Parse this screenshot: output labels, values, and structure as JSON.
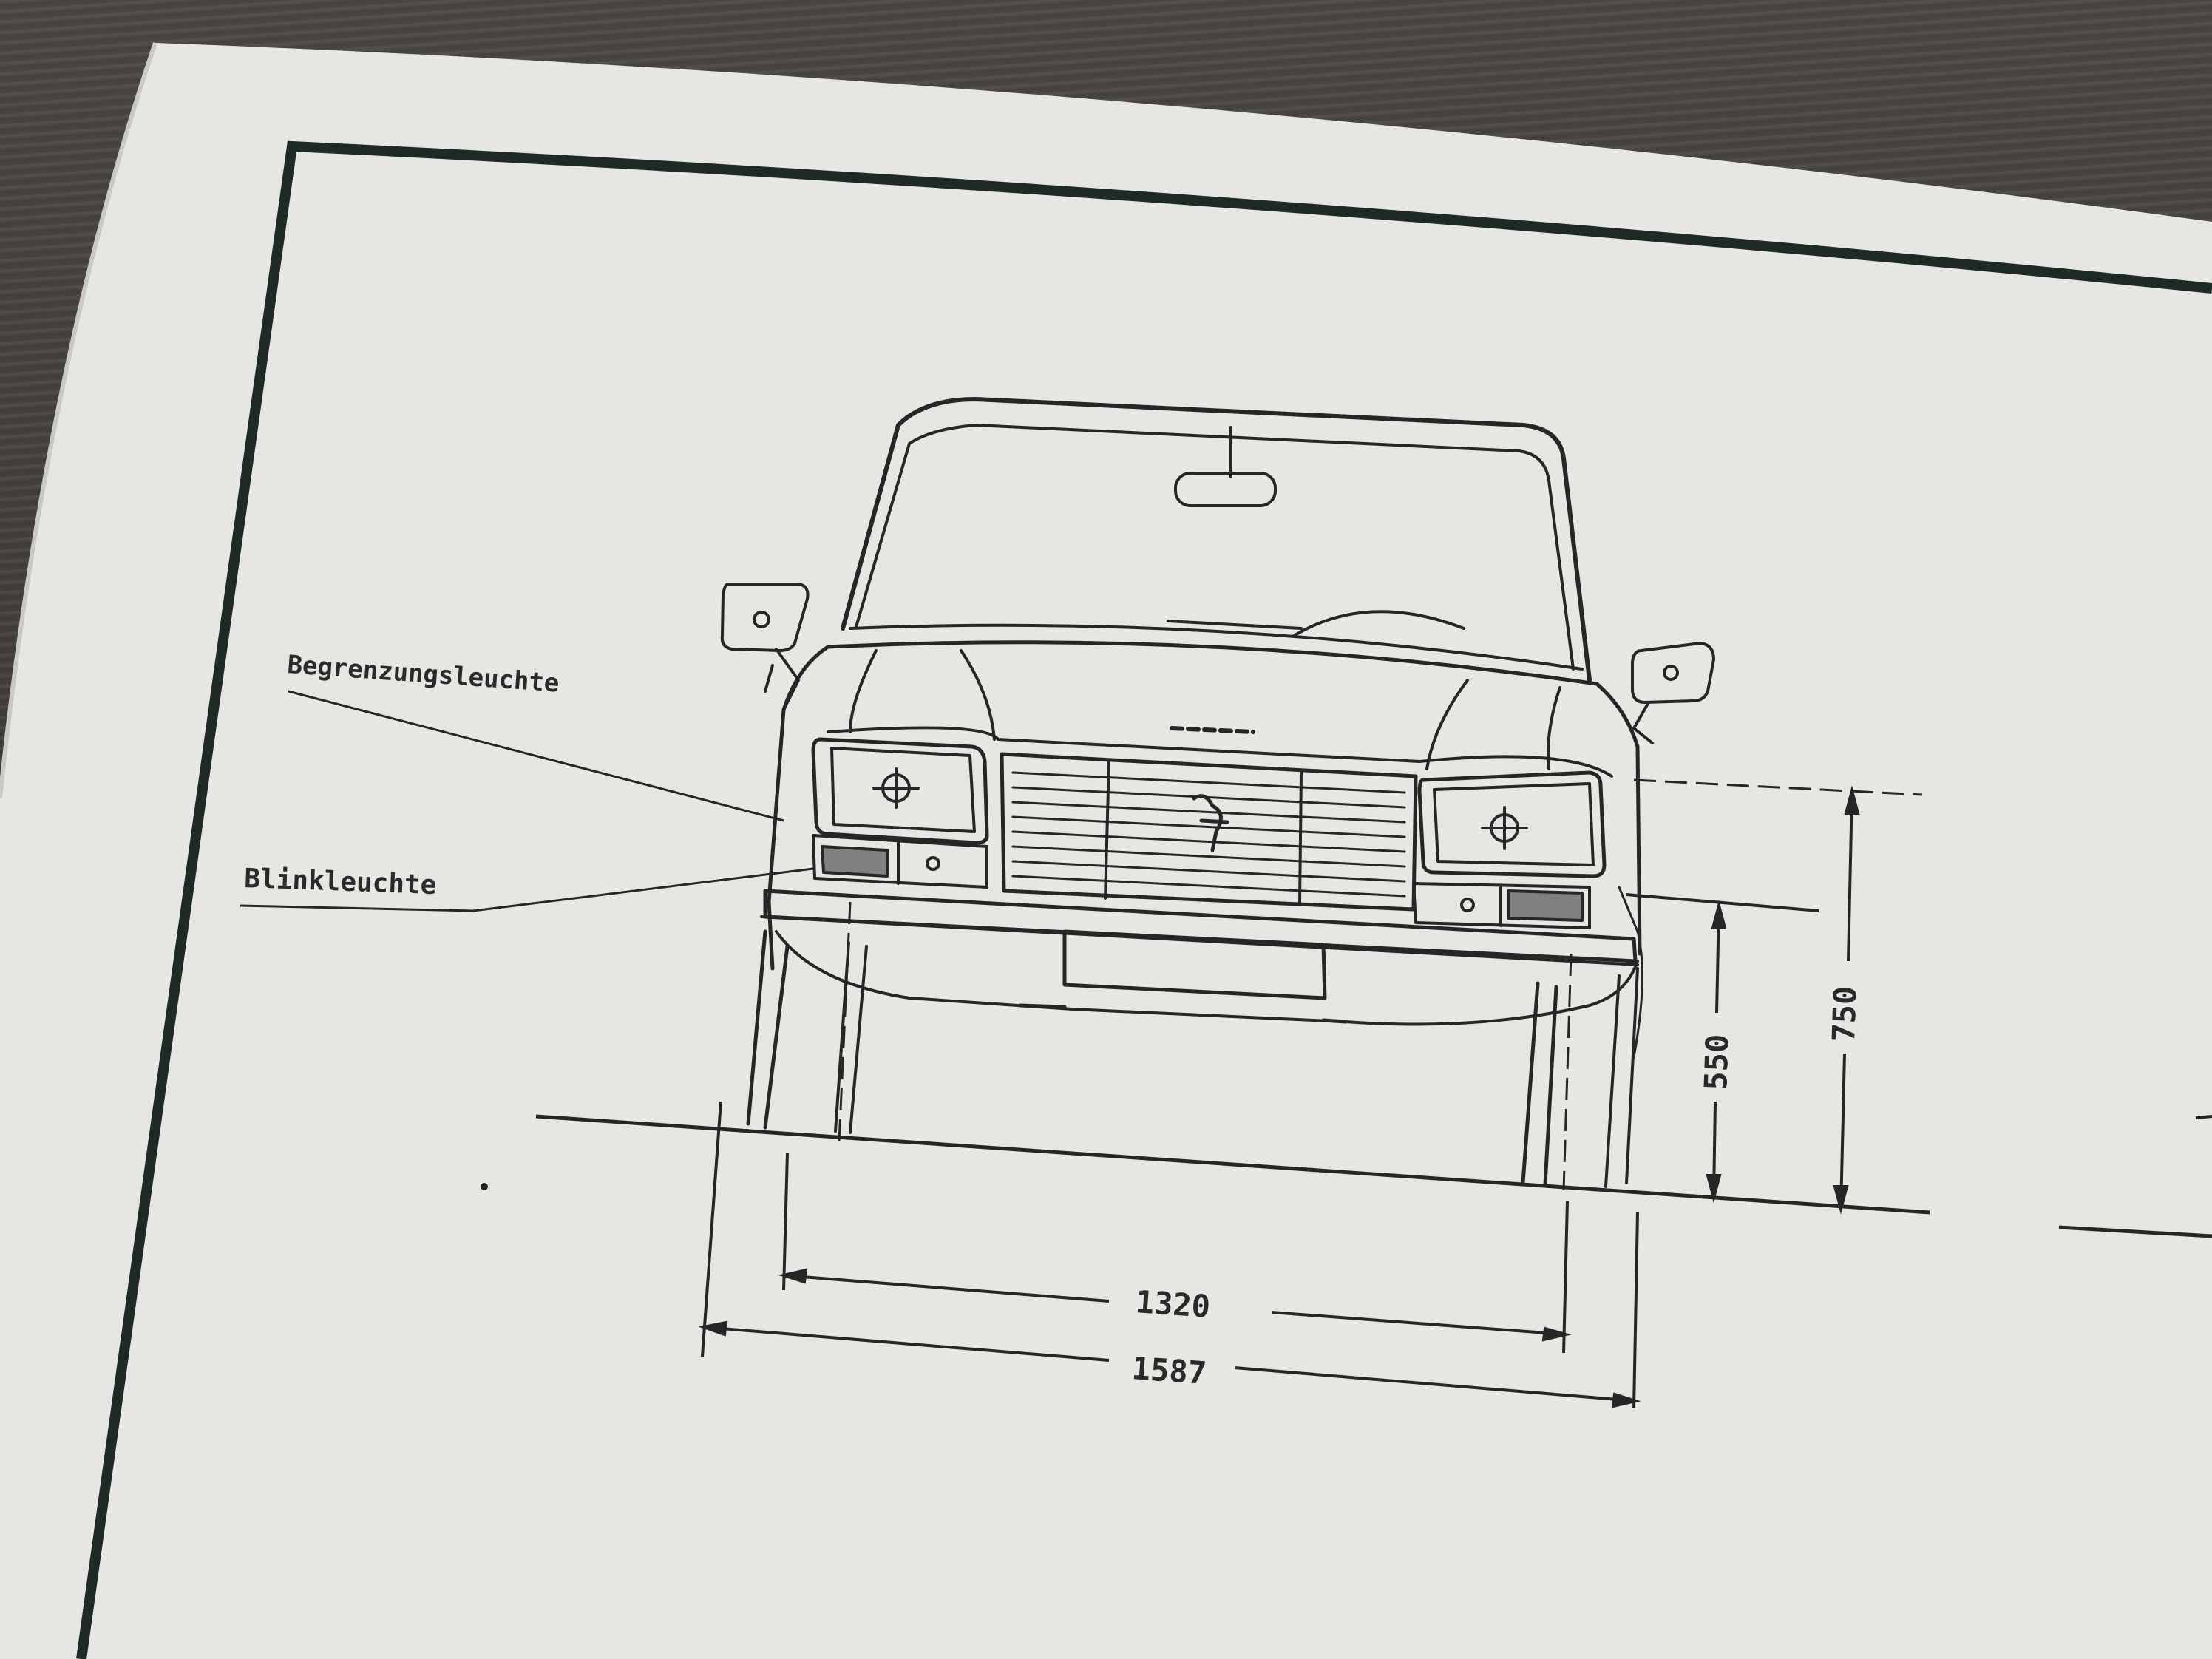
{
  "labels": {
    "parking_light": "Begrenzungsleuchte",
    "turn_signal": "Blinkleuchte"
  },
  "dimensions": {
    "track_width": "1320",
    "overall_width": "1587",
    "turn_signal_height": "550",
    "parking_light_height": "750"
  },
  "colors": {
    "paper": "#e6e7e3",
    "ink": "#262626",
    "frame": "#1f2a26",
    "wood": "#3b3835"
  }
}
